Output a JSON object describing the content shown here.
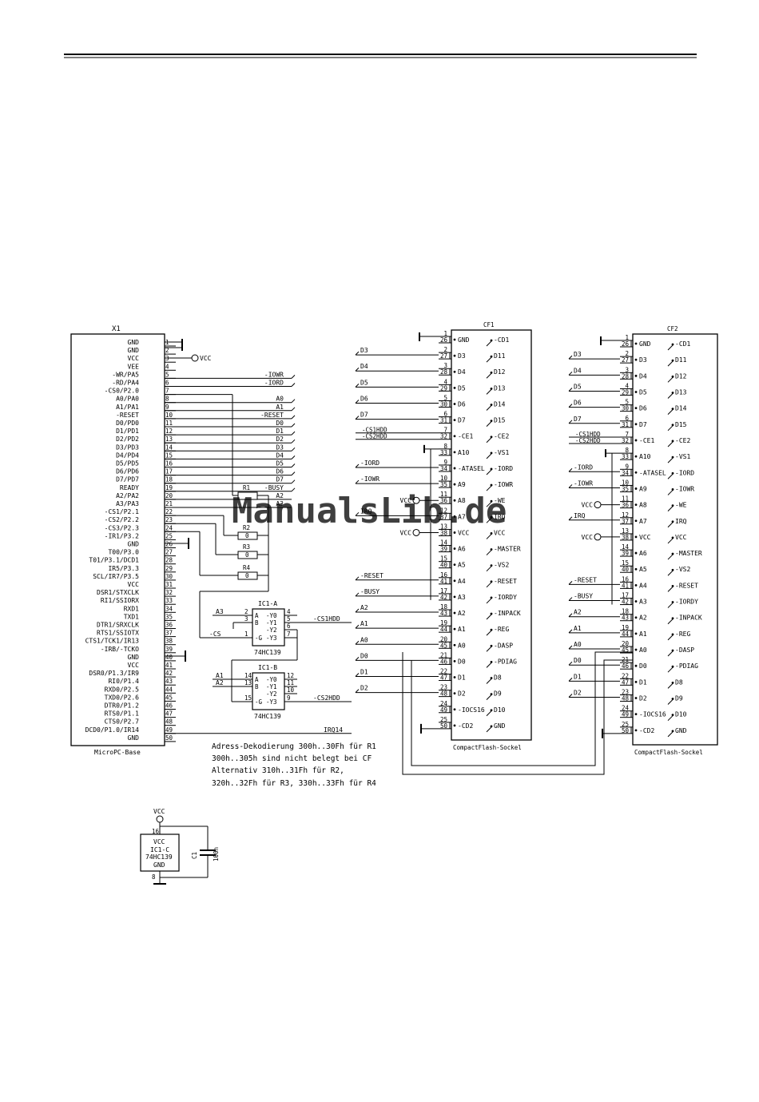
{
  "watermark": "ManualsLib.de",
  "x1": {
    "title": "X1",
    "caption": "MicroPC-Base",
    "pins": [
      "GND",
      "GND",
      "VCC",
      "VEE",
      "-WR/PA5",
      "-RD/PA4",
      "-CS0/P2.0",
      "A0/PA0",
      "A1/PA1",
      "-RESET",
      "D0/PD0",
      "D1/PD1",
      "D2/PD2",
      "D3/PD3",
      "D4/PD4",
      "D5/PD5",
      "D6/PD6",
      "D7/PD7",
      "READY",
      "A2/PA2",
      "A3/PA3",
      "-CS1/P2.1",
      "-CS2/P2.2",
      "-CS3/P2.3",
      "-IR1/P3.2",
      "GND",
      "T00/P3.0",
      "T01/P3.1/DCD1",
      "IR5/P3.3",
      "SCL/IR7/P3.5",
      "VCC",
      "DSR1/STXCLK",
      "RI1/SSIORX",
      "RXD1",
      "TXD1",
      "DTR1/SRXCLK",
      "RTS1/SSIOTX",
      "CTS1/TCK1/IR13",
      "-IRB/-TCKO",
      "GND",
      "VCC",
      "DSR0/P1.3/IR9",
      "RI0/P1.4",
      "RXD0/P2.5",
      "TXD0/P2.6",
      "DTR0/P1.2",
      "RTS0/P1.1",
      "CTS0/P2.7",
      "DCD0/P1.0/IR14",
      "GND"
    ],
    "nets": [
      "",
      "",
      "",
      "",
      "-IOWR",
      "-IORD",
      "",
      "A0",
      "A1",
      "-RESET",
      "D0",
      "D1",
      "D2",
      "D3",
      "D4",
      "D5",
      "D6",
      "D7",
      "-BUSY",
      "A2",
      "A3",
      "",
      "",
      "",
      "",
      "",
      "",
      "",
      "",
      "",
      "",
      "",
      "",
      "",
      "",
      "",
      "",
      "",
      "",
      "",
      "",
      "",
      "",
      "",
      "",
      "",
      "",
      "",
      "IRQ14",
      ""
    ]
  },
  "labels": {
    "vcc": "VCC"
  },
  "resistors": [
    {
      "name": "R1",
      "value": ""
    },
    {
      "name": "R2",
      "value": "0"
    },
    {
      "name": "R3",
      "value": "0"
    },
    {
      "name": "R4",
      "value": "0"
    }
  ],
  "ic1a": {
    "title": "IC1-A",
    "part": "74HC139",
    "inputs": [
      {
        "pin": "2",
        "name": "A"
      },
      {
        "pin": "3",
        "name": "B"
      },
      {
        "pin": "1",
        "name": "-G"
      }
    ],
    "outputs": [
      {
        "pin": "4",
        "name": "-Y0"
      },
      {
        "pin": "5",
        "name": "-Y1"
      },
      {
        "pin": "6",
        "name": "-Y2"
      },
      {
        "pin": "7",
        "name": "-Y3"
      }
    ],
    "in_nets": [
      "A3",
      "",
      "-CS"
    ],
    "out_net": "-CS1HDD"
  },
  "ic1b": {
    "title": "IC1-B",
    "part": "74HC139",
    "inputs": [
      {
        "pin": "14",
        "name": "A"
      },
      {
        "pin": "13",
        "name": "B"
      },
      {
        "pin": "15",
        "name": "-G"
      }
    ],
    "outputs": [
      {
        "pin": "12",
        "name": "-Y0"
      },
      {
        "pin": "11",
        "name": "-Y1"
      },
      {
        "pin": "10",
        "name": "-Y2"
      },
      {
        "pin": "9",
        "name": "-Y3"
      }
    ],
    "in_nets": [
      "A1",
      "A2",
      ""
    ],
    "out_net": "-CS2HDD"
  },
  "ic1c": {
    "lines": [
      "VCC",
      "IC1-C",
      "74HC139",
      "GND"
    ],
    "pin_top": "16",
    "pin_bottom": "8",
    "cap_name": "C1",
    "cap_value": "100n"
  },
  "note": [
    "Adress-Dekodierung 300h..30Fh für R1",
    "300h..305h sind nicht belegt bei CF",
    "Alternativ 310h..31Fh für R2,",
    "320h..32Fh für R3, 330h..33Fh für R4"
  ],
  "cf1": {
    "title": "CF1",
    "caption": "CompactFlash-Sockel",
    "rows": [
      {
        "p": [
          "1",
          "26"
        ],
        "l": "GND",
        "r": "-CD1",
        "net": ""
      },
      {
        "p": [
          "2",
          "27"
        ],
        "l": "D3",
        "r": "D11",
        "net": "D3"
      },
      {
        "p": [
          "3",
          "28"
        ],
        "l": "D4",
        "r": "D12",
        "net": "D4"
      },
      {
        "p": [
          "4",
          "29"
        ],
        "l": "D5",
        "r": "D13",
        "net": "D5"
      },
      {
        "p": [
          "5",
          "30"
        ],
        "l": "D6",
        "r": "D14",
        "net": "D6"
      },
      {
        "p": [
          "6",
          "31"
        ],
        "l": "D7",
        "r": "D15",
        "net": "D7"
      },
      {
        "p": [
          "7",
          "32"
        ],
        "l": "-CE1",
        "r": "-CE2",
        "net": "-CS1HDD|-CS2HDD"
      },
      {
        "p": [
          "8",
          "33"
        ],
        "l": "A10",
        "r": "-VS1",
        "net": ""
      },
      {
        "p": [
          "9",
          "34"
        ],
        "l": "-ATASEL",
        "r": "-IORD",
        "net": "-IORD"
      },
      {
        "p": [
          "10",
          "35"
        ],
        "l": "A9",
        "r": "-IOWR",
        "net": "-IOWR"
      },
      {
        "p": [
          "11",
          "36"
        ],
        "l": "A8",
        "r": "-WE",
        "net": "VCC"
      },
      {
        "p": [
          "12",
          "37"
        ],
        "l": "A7",
        "r": "IRQ",
        "net": "IRQ"
      },
      {
        "p": [
          "13",
          "38"
        ],
        "l": "VCC",
        "r": "VCC",
        "net": "VCC"
      },
      {
        "p": [
          "14",
          "39"
        ],
        "l": "A6",
        "r": "-MASTER",
        "net": ""
      },
      {
        "p": [
          "15",
          "40"
        ],
        "l": "A5",
        "r": "-VS2",
        "net": ""
      },
      {
        "p": [
          "16",
          "41"
        ],
        "l": "A4",
        "r": "-RESET",
        "net": "-RESET"
      },
      {
        "p": [
          "17",
          "42"
        ],
        "l": "A3",
        "r": "-IORDY",
        "net": "-BUSY"
      },
      {
        "p": [
          "18",
          "43"
        ],
        "l": "A2",
        "r": "-INPACK",
        "net": "A2"
      },
      {
        "p": [
          "19",
          "44"
        ],
        "l": "A1",
        "r": "-REG",
        "net": "A1"
      },
      {
        "p": [
          "20",
          "45"
        ],
        "l": "A0",
        "r": "-DASP",
        "net": "A0"
      },
      {
        "p": [
          "21",
          "46"
        ],
        "l": "D0",
        "r": "-PDIAG",
        "net": "D0"
      },
      {
        "p": [
          "22",
          "47"
        ],
        "l": "D1",
        "r": "D8",
        "net": "D1"
      },
      {
        "p": [
          "23",
          "48"
        ],
        "l": "D2",
        "r": "D9",
        "net": "D2"
      },
      {
        "p": [
          "24",
          "49"
        ],
        "l": "-IOCS16",
        "r": "D10",
        "net": ""
      },
      {
        "p": [
          "25",
          "50"
        ],
        "l": "-CD2",
        "r": "GND",
        "net": ""
      }
    ]
  },
  "cf2": {
    "title": "CF2",
    "caption": "CompactFlash-Sockel",
    "rows": [
      {
        "p": [
          "1",
          "26"
        ],
        "l": "GND",
        "r": "-CD1",
        "net": ""
      },
      {
        "p": [
          "2",
          "27"
        ],
        "l": "D3",
        "r": "D11",
        "net": "D3"
      },
      {
        "p": [
          "3",
          "28"
        ],
        "l": "D4",
        "r": "D12",
        "net": "D4"
      },
      {
        "p": [
          "4",
          "29"
        ],
        "l": "D5",
        "r": "D13",
        "net": "D5"
      },
      {
        "p": [
          "5",
          "30"
        ],
        "l": "D6",
        "r": "D14",
        "net": "D6"
      },
      {
        "p": [
          "6",
          "31"
        ],
        "l": "D7",
        "r": "D15",
        "net": "D7"
      },
      {
        "p": [
          "7",
          "32"
        ],
        "l": "-CE1",
        "r": "-CE2",
        "net": "-CS1HDD|-CS2HDD"
      },
      {
        "p": [
          "8",
          "33"
        ],
        "l": "A10",
        "r": "-VS1",
        "net": ""
      },
      {
        "p": [
          "9",
          "34"
        ],
        "l": "-ATASEL",
        "r": "-IORD",
        "net": "-IORD"
      },
      {
        "p": [
          "10",
          "35"
        ],
        "l": "A9",
        "r": "-IOWR",
        "net": "-IOWR"
      },
      {
        "p": [
          "11",
          "36"
        ],
        "l": "A8",
        "r": "-WE",
        "net": "VCC"
      },
      {
        "p": [
          "12",
          "37"
        ],
        "l": "A7",
        "r": "IRQ",
        "net": "IRQ"
      },
      {
        "p": [
          "13",
          "38"
        ],
        "l": "VCC",
        "r": "VCC",
        "net": "VCC"
      },
      {
        "p": [
          "14",
          "39"
        ],
        "l": "A6",
        "r": "-MASTER",
        "net": ""
      },
      {
        "p": [
          "15",
          "40"
        ],
        "l": "A5",
        "r": "-VS2",
        "net": ""
      },
      {
        "p": [
          "16",
          "41"
        ],
        "l": "A4",
        "r": "-RESET",
        "net": "-RESET"
      },
      {
        "p": [
          "17",
          "42"
        ],
        "l": "A3",
        "r": "-IORDY",
        "net": "-BUSY"
      },
      {
        "p": [
          "18",
          "43"
        ],
        "l": "A2",
        "r": "-INPACK",
        "net": "A2"
      },
      {
        "p": [
          "19",
          "44"
        ],
        "l": "A1",
        "r": "-REG",
        "net": "A1"
      },
      {
        "p": [
          "20",
          "45"
        ],
        "l": "A0",
        "r": "-DASP",
        "net": "A0"
      },
      {
        "p": [
          "21",
          "46"
        ],
        "l": "D0",
        "r": "-PDIAG",
        "net": "D0"
      },
      {
        "p": [
          "22",
          "47"
        ],
        "l": "D1",
        "r": "D8",
        "net": "D1"
      },
      {
        "p": [
          "23",
          "48"
        ],
        "l": "D2",
        "r": "D9",
        "net": "D2"
      },
      {
        "p": [
          "24",
          "49"
        ],
        "l": "-IOCS16",
        "r": "D10",
        "net": ""
      },
      {
        "p": [
          "25",
          "50"
        ],
        "l": "-CD2",
        "r": "GND",
        "net": ""
      }
    ]
  }
}
